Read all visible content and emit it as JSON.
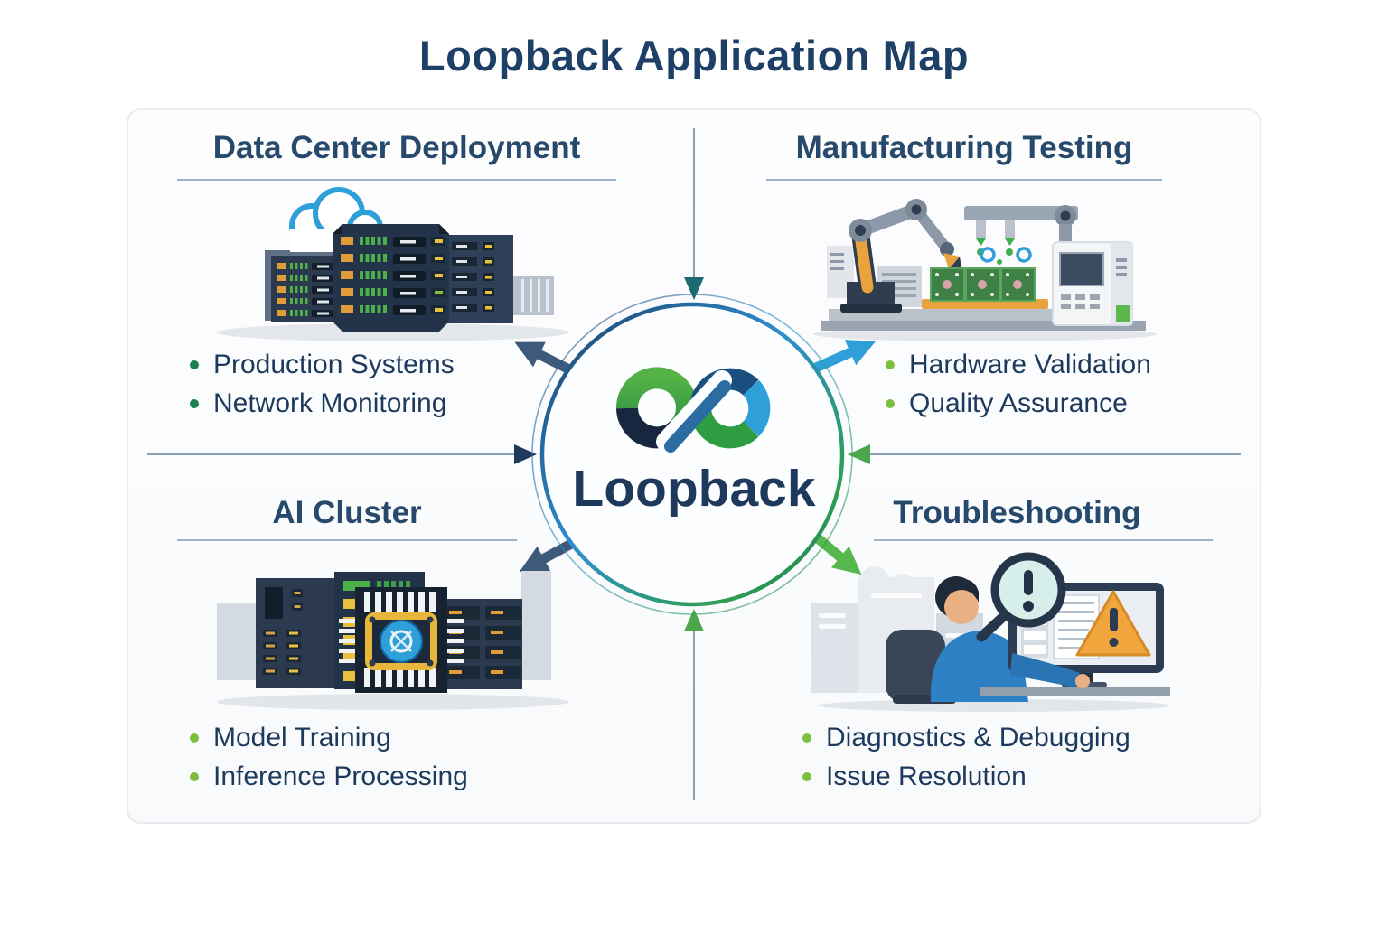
{
  "title": "Loopback Application Map",
  "center": {
    "logo_text": "Loopback",
    "logo_icon": "loopback-infinity-icon"
  },
  "quadrants": {
    "top_left": {
      "title": "Data Center Deployment",
      "illustration": "server-racks-cloud-icon",
      "bullets": [
        "Production Systems",
        "Network Monitoring"
      ]
    },
    "top_right": {
      "title": "Manufacturing Testing",
      "illustration": "robot-arm-pcb-test-icon",
      "bullets": [
        "Hardware Validation",
        "Quality Assurance"
      ]
    },
    "bottom_left": {
      "title": "AI Cluster",
      "illustration": "ai-chip-servers-icon",
      "bullets": [
        "Model Training",
        "Inference Processing"
      ]
    },
    "bottom_right": {
      "title": "Troubleshooting",
      "illustration": "technician-diagnostics-icon",
      "bullets": [
        "Diagnostics & Debugging",
        "Issue Resolution"
      ]
    }
  },
  "connections": {
    "inward_arrows": [
      "top",
      "bottom",
      "left",
      "right"
    ],
    "outward_arrows": [
      "upper-left",
      "upper-right",
      "lower-left",
      "lower-right"
    ]
  },
  "colors": {
    "title-navy": "#1e3f66",
    "header-navy": "#27496b",
    "text-navy": "#1d3a5c",
    "accent-blue": "#2e9fd8",
    "accent-green": "#4ca64c",
    "bullet-green-dark": "#1e7f4f",
    "bullet-green-light": "#7cbf3f",
    "arrow-slate": "#3d5a7a",
    "arrow-teal": "#1a6b72",
    "divider-gray": "#8aa0b5",
    "underline-gray": "#9fb3c8"
  }
}
